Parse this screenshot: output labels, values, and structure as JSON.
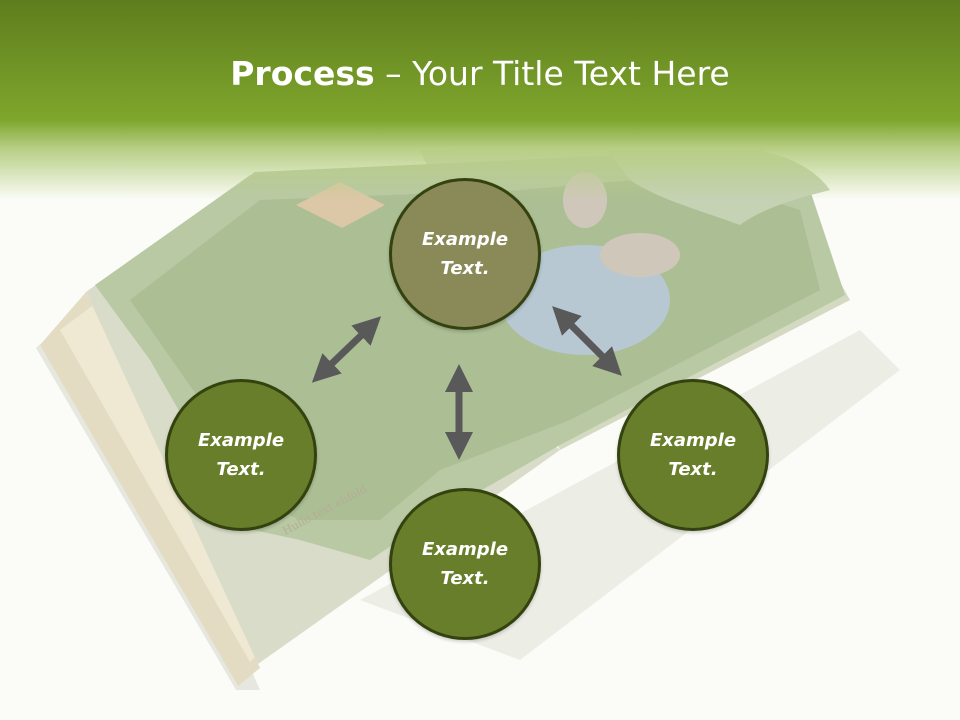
{
  "title": {
    "bold": "Process",
    "separator": " – ",
    "rest": "Your Title Text Here"
  },
  "nodes": [
    {
      "id": "top",
      "text": "Example\nText."
    },
    {
      "id": "left",
      "text": "Example\nText."
    },
    {
      "id": "right",
      "text": "Example\nText."
    },
    {
      "id": "bottom",
      "text": "Example\nText."
    }
  ],
  "colors": {
    "header_green": "#7fa62c",
    "top_circle": "#8a8a58",
    "node_circle": "#687e2a",
    "arrow": "#595959"
  },
  "background_image": "open-book-with-grass-garden",
  "book_page_text": "Hullo text elifold"
}
